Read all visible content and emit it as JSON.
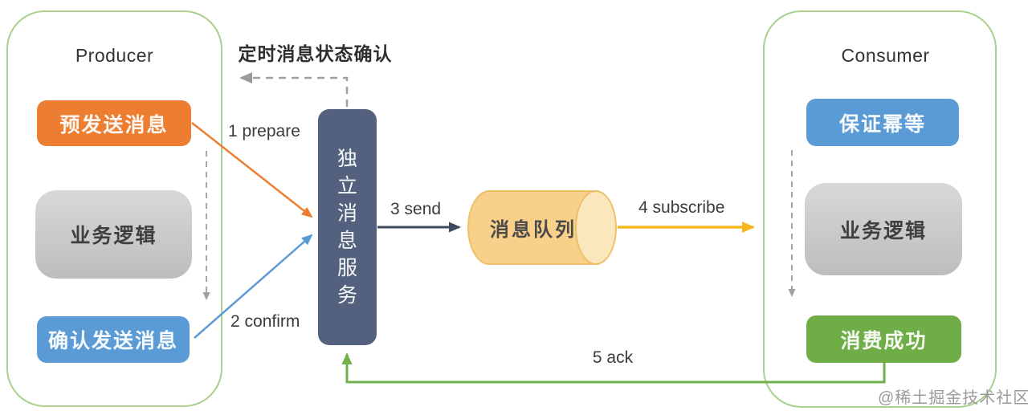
{
  "palette": {
    "container_border": "#A9D08E",
    "orange": "#ED7D31",
    "blue": "#5B9BD5",
    "gray_box_top": "#D8D8D8",
    "gray_box_bottom": "#BDBDBD",
    "dark_service": "#53617E",
    "cylinder_body": "#F9D089",
    "cylinder_cap": "#FBE7BE",
    "cylinder_border": "#EFC06A",
    "green": "#6FAD47",
    "gold_arrow": "#F7B71D",
    "green_arrow": "#72B04C",
    "dark_arrow": "#3D4A5D",
    "dashed_gray": "#A0A0A0"
  },
  "producer": {
    "title": "Producer",
    "pre_send": "预发送消息",
    "business_logic": "业务逻辑",
    "confirm_send": "确认发送消息"
  },
  "service": {
    "label": "独立消息服务"
  },
  "queue": {
    "label": "消息队列"
  },
  "consumer": {
    "title": "Consumer",
    "idempotent": "保证幂等",
    "business_logic": "业务逻辑",
    "consume_success": "消费成功"
  },
  "labels": {
    "status_check": "定时消息状态确认",
    "prepare": "1 prepare",
    "confirm": "2 confirm",
    "send": "3 send",
    "subscribe": "4 subscribe",
    "ack": "5 ack"
  },
  "watermark": "@稀土掘金技术社区"
}
